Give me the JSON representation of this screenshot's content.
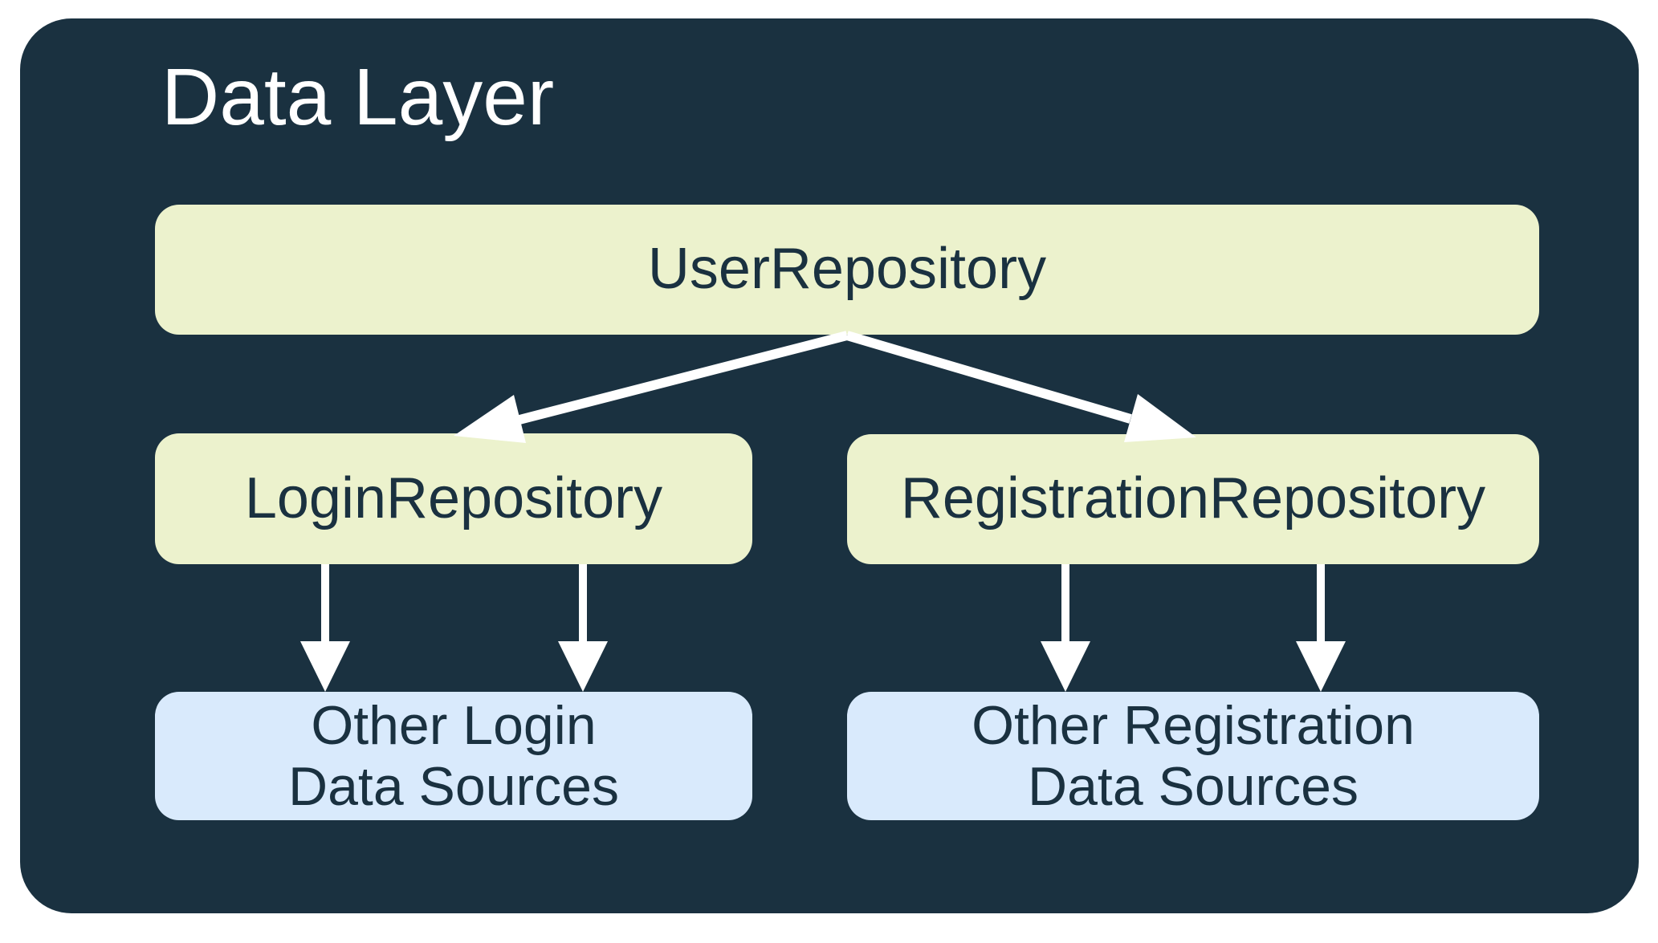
{
  "title": "Data Layer",
  "colors": {
    "page_bg": "#ffffff",
    "container_bg": "#1a3140",
    "repo_box_bg": "#ecf2cd",
    "source_box_bg": "#d9eafc",
    "box_text": "#1a3140",
    "title_text": "#ffffff",
    "arrow": "#ffffff"
  },
  "nodes": {
    "user_repository": {
      "label": "UserRepository",
      "type": "repository"
    },
    "login_repository": {
      "label": "LoginRepository",
      "type": "repository"
    },
    "registration_repository": {
      "label": "RegistrationRepository",
      "type": "repository"
    },
    "other_login": {
      "line1": "Other Login",
      "line2": "Data Sources",
      "type": "data-source"
    },
    "other_registration": {
      "line1": "Other Registration",
      "line2": "Data Sources",
      "type": "data-source"
    }
  },
  "edges": [
    {
      "from": "UserRepository",
      "to": "LoginRepository"
    },
    {
      "from": "UserRepository",
      "to": "RegistrationRepository"
    },
    {
      "from": "LoginRepository",
      "to": "Other Login Data Sources"
    },
    {
      "from": "LoginRepository",
      "to": "Other Login Data Sources"
    },
    {
      "from": "RegistrationRepository",
      "to": "Other Registration Data Sources"
    },
    {
      "from": "RegistrationRepository",
      "to": "Other Registration Data Sources"
    }
  ]
}
